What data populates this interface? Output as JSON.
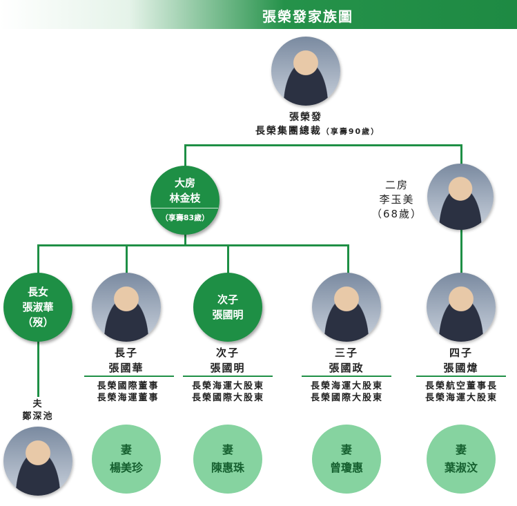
{
  "title": "張榮發家族圖",
  "patriarch": {
    "name": "張榮發",
    "desc": "長榮集團總裁",
    "note": "（享壽90歲）"
  },
  "wife1": {
    "label": "大房",
    "name": "林金枝",
    "note": "（享壽83歲）"
  },
  "wife2": {
    "label": "二房",
    "name": "李玉美",
    "note": "（68歲）"
  },
  "daughter": {
    "label": "長女",
    "name": "張淑華",
    "note": "（歿）",
    "husband_label": "夫",
    "husband": "鄭深池"
  },
  "sons": [
    {
      "label": "長子",
      "name": "張國華",
      "roles": [
        "長榮國際董事",
        "長榮海運董事"
      ],
      "wife": "楊美珍"
    },
    {
      "label": "次子",
      "name": "張國明",
      "roles": [
        "長榮海運大股東",
        "長榮國際大股東"
      ],
      "wife": "陳惠珠"
    },
    {
      "label": "三子",
      "name": "張國政",
      "roles": [
        "長榮海運大股東",
        "長榮國際大股東"
      ],
      "wife": "曾瓊惠"
    },
    {
      "label": "四子",
      "name": "張國煒",
      "roles": [
        "長榮航空董事長",
        "長榮海運大股東"
      ],
      "wife": "葉淑汶"
    }
  ],
  "wife_label": "妻"
}
